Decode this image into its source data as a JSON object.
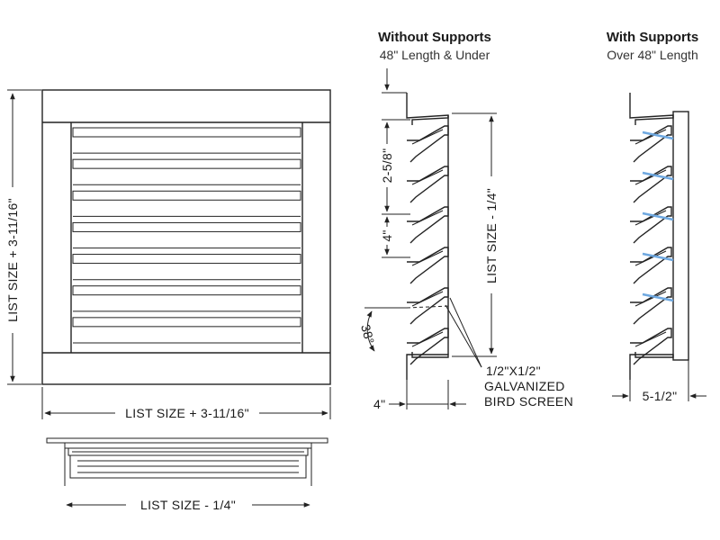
{
  "diagram": {
    "front_view": {
      "height_label": "LIST SIZE + 3-11/16\"",
      "width_label": "LIST SIZE + 3-11/16\"",
      "louver_count": 7
    },
    "top_view": {
      "width_label": "LIST SIZE - 1/4\""
    },
    "without_supports": {
      "title": "Without Supports",
      "subtitle": "48\" Length & Under",
      "pitch_label": "2-5/8\"",
      "spacing_label": "4\"",
      "angle_label": "38°",
      "height_label": "LIST SIZE - 1/4\"",
      "depth_label": "4\"",
      "screen_line1": "1/2\"X1/2\"",
      "screen_line2": "GALVANIZED",
      "screen_line3": "BIRD SCREEN"
    },
    "with_supports": {
      "title": "With Supports",
      "subtitle": "Over 48\" Length",
      "depth_label": "5-1/2\"",
      "support_color": "#6ea8e0"
    },
    "colors": {
      "line": "#222222",
      "background": "#ffffff"
    }
  }
}
